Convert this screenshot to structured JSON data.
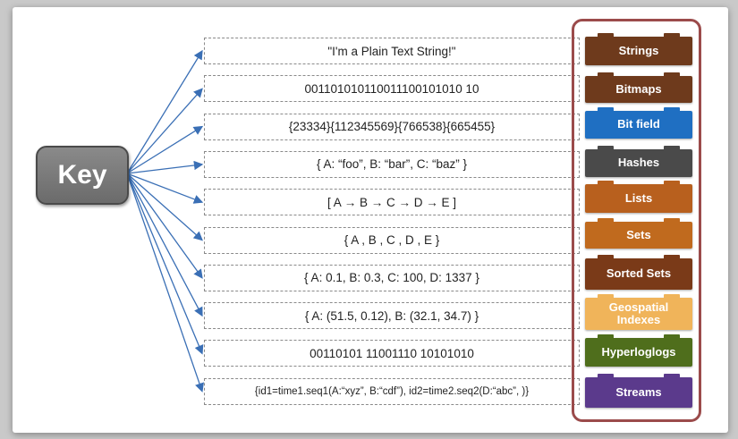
{
  "key": {
    "label": "Key"
  },
  "values": [
    "\"I'm a Plain Text String!\"",
    "001101010110011100101010 10",
    "{23334}{112345569}{766538}{665455}",
    "{ A: “foo”, B: “bar”, C: “baz”  }",
    "[ A → B → C → D → E ]",
    "{  A , B , C , D , E  }",
    "{ A: 0.1, B: 0.3, C: 100, D: 1337 }",
    "{ A: (51.5, 0.12), B: (32.1, 34.7)  }",
    "00110101 11001110 10101010",
    "{id1=time1.seq1(A:“xyz”, B:“cdf”), id2=time2.seq2(D:“abc”, )}"
  ],
  "types": [
    {
      "label": "Strings",
      "color": "#6e3a1c"
    },
    {
      "label": "Bitmaps",
      "color": "#6e3a1c"
    },
    {
      "label": "Bit field",
      "color": "#1f6fc2"
    },
    {
      "label": "Hashes",
      "color": "#4a4a4a"
    },
    {
      "label": "Lists",
      "color": "#b8601e"
    },
    {
      "label": "Sets",
      "color": "#c06a1e"
    },
    {
      "label": "Sorted Sets",
      "color": "#7a3a18"
    },
    {
      "label": "Geospatial Indexes",
      "color": "#f0b45a"
    },
    {
      "label": "Hyperloglogs",
      "color": "#4f6e1c"
    },
    {
      "label": "Streams",
      "color": "#5b3a8c"
    }
  ],
  "colors": {
    "arrow": "#3a6fb5",
    "frame": "#9b4b4b"
  }
}
